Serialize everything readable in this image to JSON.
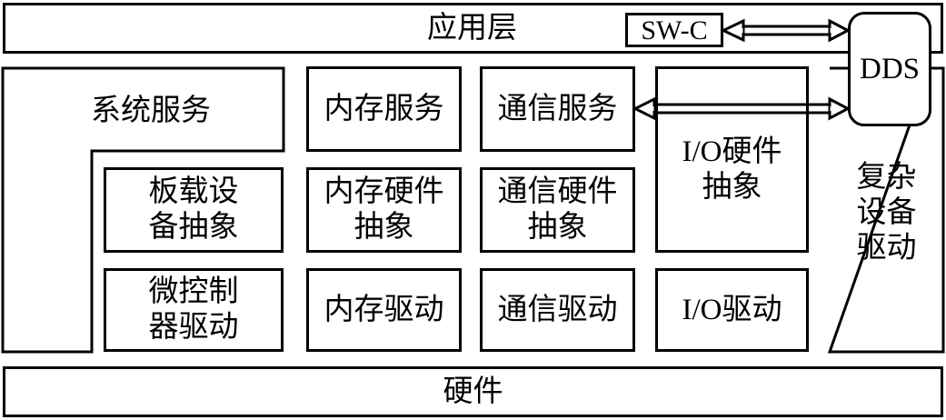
{
  "diagram": {
    "application_layer": "应用层",
    "swc": "SW-C",
    "dds": "DDS",
    "hardware": "硬件",
    "system_services": "系统服务",
    "ecu_abstraction": "板载设\n备抽象",
    "mcu_drivers": "微控制\n器驱动",
    "memory_services": "内存服务",
    "memory_hw_abstraction": "内存硬件\n抽象",
    "memory_drivers": "内存驱动",
    "comm_services": "通信服务",
    "comm_hw_abstraction": "通信硬件\n抽象",
    "comm_drivers": "通信驱动",
    "io_hw_abstraction": "I/O硬件\n抽象",
    "io_drivers": "I/O驱动",
    "complex_drivers": "复杂\n设备\n驱动"
  },
  "colors": {
    "line": "#000000",
    "background": "#ffffff"
  }
}
